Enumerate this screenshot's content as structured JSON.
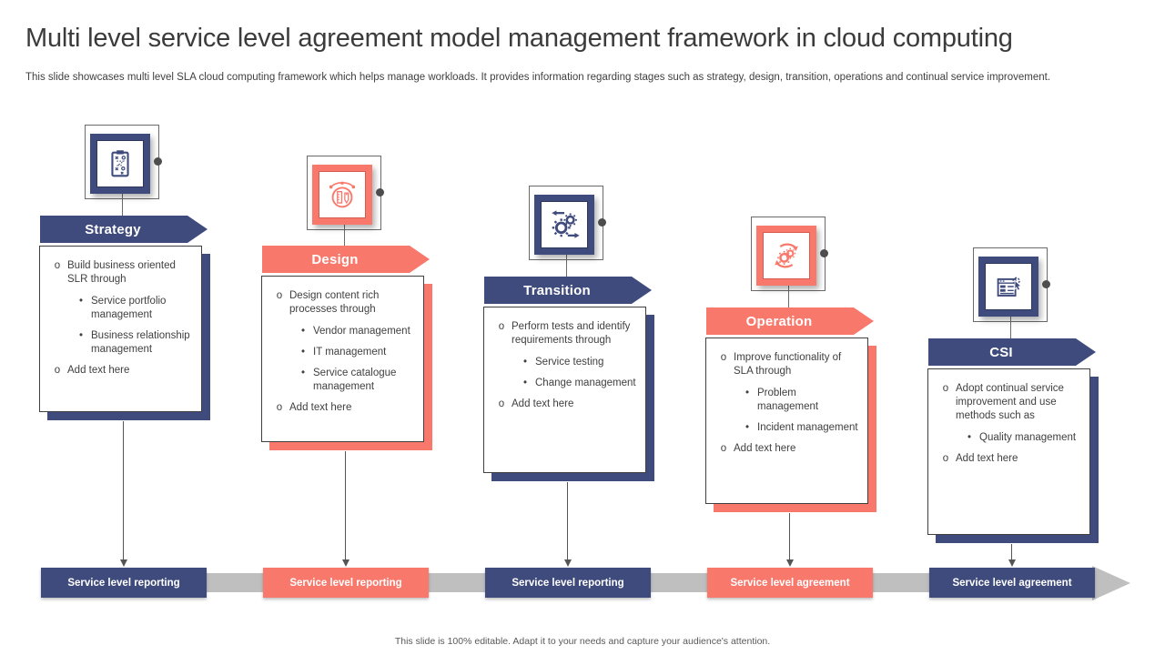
{
  "slide": {
    "title": "Multi level service level agreement model management framework in cloud computing",
    "subtitle": "This slide showcases multi level SLA cloud computing framework which helps manage workloads. It provides information regarding stages such as strategy, design, transition, operations and continual service improvement.",
    "footer": "This slide is 100% editable. Adapt it to your needs and capture your audience's attention."
  },
  "colors": {
    "navy": "#3f4b7c",
    "coral": "#f8796c",
    "timeline_band": "#bfbfbf",
    "body_text": "#404040",
    "footer_text": "#595959"
  },
  "stages": [
    {
      "label": "Strategy",
      "theme": "navy",
      "icon": "strategy-plan-icon",
      "bar_label": "Service level reporting",
      "bullets": [
        {
          "level": "main",
          "text": "Build business oriented SLR through"
        },
        {
          "level": "sub",
          "text": "Service portfolio management"
        },
        {
          "level": "sub",
          "text": "Business relationship management"
        },
        {
          "level": "main",
          "text": "Add text here"
        }
      ]
    },
    {
      "label": "Design",
      "theme": "coral",
      "icon": "design-tools-icon",
      "bar_label": "Service level reporting",
      "bullets": [
        {
          "level": "main",
          "text": "Design content rich processes through"
        },
        {
          "level": "sub",
          "text": "Vendor management"
        },
        {
          "level": "sub",
          "text": "IT management"
        },
        {
          "level": "sub",
          "text": "Service catalogue management"
        },
        {
          "level": "main",
          "text": "Add text here"
        }
      ]
    },
    {
      "label": "Transition",
      "theme": "navy",
      "icon": "process-gears-icon",
      "bar_label": "Service level reporting",
      "bullets": [
        {
          "level": "main",
          "text": "Perform tests and identify requirements through"
        },
        {
          "level": "sub",
          "text": "Service testing"
        },
        {
          "level": "sub",
          "text": "Change management"
        },
        {
          "level": "main",
          "text": "Add text here"
        }
      ]
    },
    {
      "label": "Operation",
      "theme": "coral",
      "icon": "operations-sync-gears-icon",
      "bar_label": "Service level agreement",
      "bullets": [
        {
          "level": "main",
          "text": "Improve functionality of SLA through"
        },
        {
          "level": "sub",
          "text": "Problem management"
        },
        {
          "level": "sub",
          "text": "Incident management"
        },
        {
          "level": "main",
          "text": "Add text here"
        }
      ]
    },
    {
      "label": "CSI",
      "theme": "navy",
      "icon": "continual-improvement-report-icon",
      "bar_label": "Service level agreement",
      "bullets": [
        {
          "level": "main",
          "text": "Adopt continual service improvement and use methods such as"
        },
        {
          "level": "sub",
          "text": "Quality management"
        },
        {
          "level": "main",
          "text": "Add text here"
        }
      ]
    }
  ]
}
